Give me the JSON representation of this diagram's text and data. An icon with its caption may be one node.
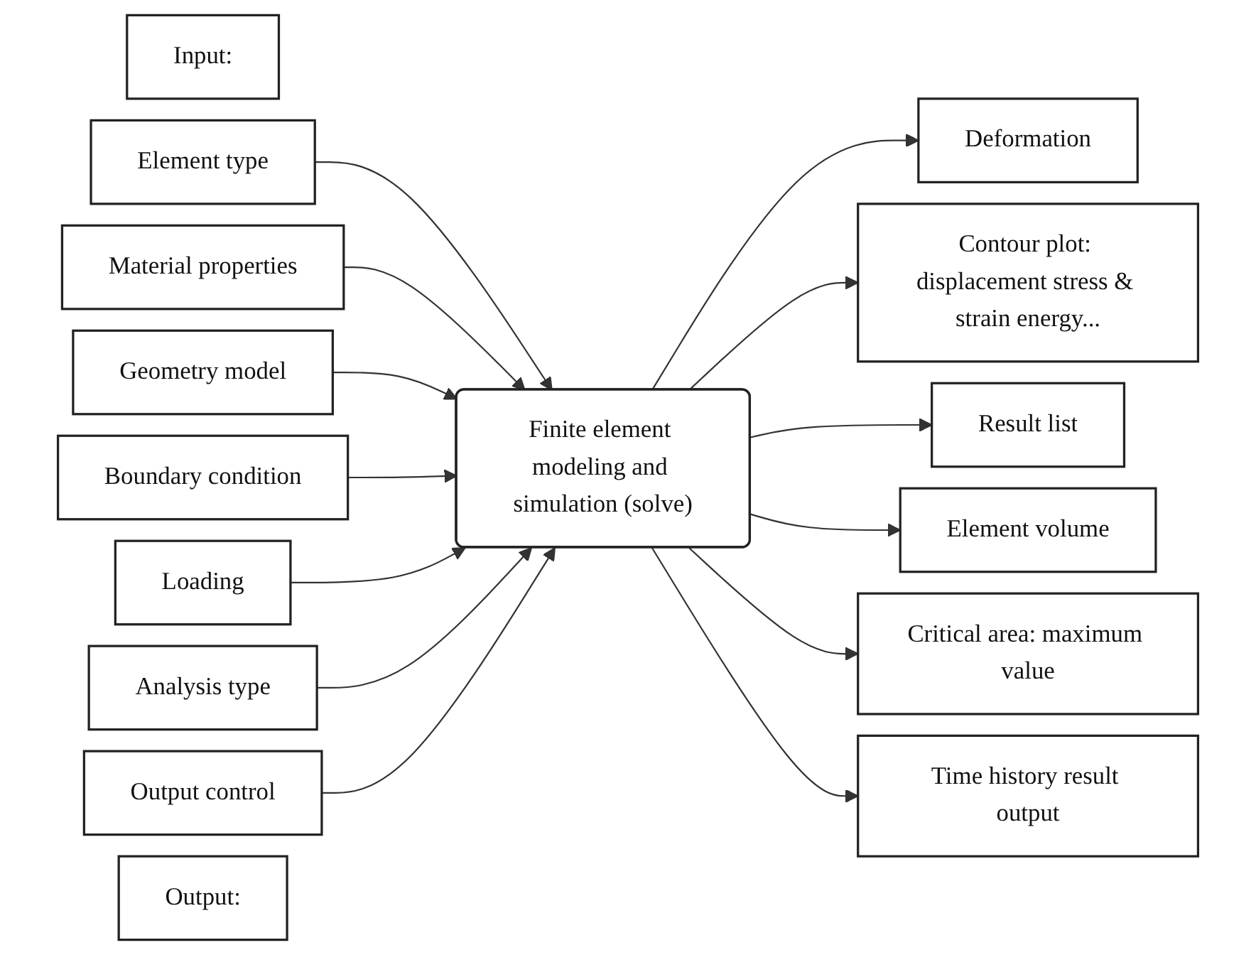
{
  "diagram": {
    "nodes": [
      {
        "text": [
          "Input:"
        ]
      },
      {
        "text": [
          "Element type"
        ]
      },
      {
        "text": [
          "Material properties"
        ]
      },
      {
        "text": [
          "Geometry model"
        ]
      },
      {
        "text": [
          "Boundary condition"
        ]
      },
      {
        "text": [
          "Loading"
        ]
      },
      {
        "text": [
          "Analysis type"
        ]
      },
      {
        "text": [
          "Output control"
        ]
      },
      {
        "text": [
          "Finite element modeling and simulation (solve)"
        ]
      },
      {
        "text": [
          "Output:"
        ]
      },
      {
        "text": [
          "Deformation"
        ]
      },
      {
        "text": [
          "Contour plot: displacement stress & strain energy..."
        ]
      },
      {
        "text": [
          "Result list"
        ]
      },
      {
        "text": [
          "Element volume"
        ]
      },
      {
        "text": [
          "Critical area: maximum value"
        ]
      },
      {
        "text": [
          "Time history result output"
        ]
      }
    ],
    "edges": [
      {
        "from": 1,
        "to": 8,
        "arrow": "to"
      },
      {
        "from": 2,
        "to": 8,
        "arrow": "to"
      },
      {
        "from": 3,
        "to": 8,
        "arrow": "to"
      },
      {
        "from": 4,
        "to": 8,
        "arrow": "to"
      },
      {
        "from": 5,
        "to": 8,
        "arrow": "to"
      },
      {
        "from": 6,
        "to": 8,
        "arrow": "to"
      },
      {
        "from": 7,
        "to": 8,
        "arrow": "to"
      },
      {
        "from": 8,
        "to": 10,
        "arrow": "to"
      },
      {
        "from": 8,
        "to": 11,
        "arrow": "to"
      },
      {
        "from": 8,
        "to": 12,
        "arrow": "to"
      },
      {
        "from": 8,
        "to": 13,
        "arrow": "to"
      },
      {
        "from": 8,
        "to": 14,
        "arrow": "to"
      },
      {
        "from": 8,
        "to": 15,
        "arrow": "to"
      }
    ]
  }
}
